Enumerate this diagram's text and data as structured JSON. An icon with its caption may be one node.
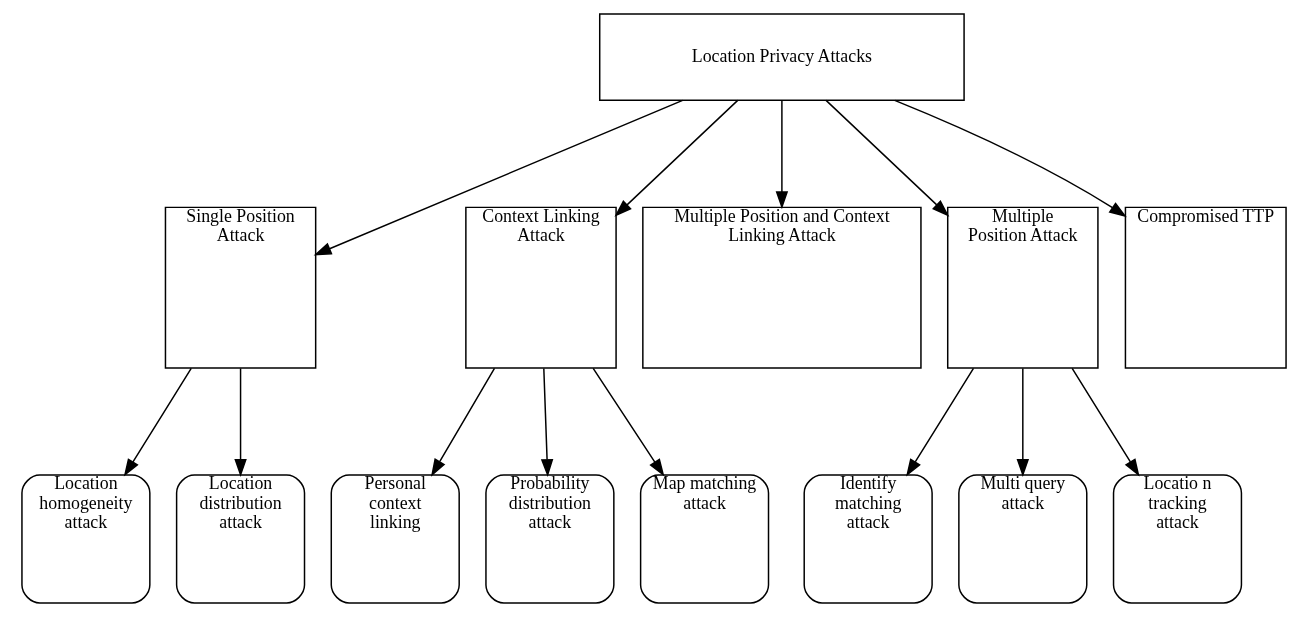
{
  "diagram": {
    "nodes": [
      {
        "text": [
          "Location Privacy Attacks"
        ]
      },
      {
        "text": [
          "Single Position Attack"
        ]
      },
      {
        "text": [
          "Context Linking Attack"
        ]
      },
      {
        "text": [
          "Multiple Position and Context Linking Attack"
        ]
      },
      {
        "text": [
          "Multiple Position Attack"
        ]
      },
      {
        "text": [
          "Compromised TTP"
        ]
      },
      {
        "text": [
          "Location homogeneity attack"
        ]
      },
      {
        "text": [
          "Location distribution attack"
        ]
      },
      {
        "text": [
          "Personal context linking"
        ]
      },
      {
        "text": [
          "Probability distribution attack"
        ]
      },
      {
        "text": [
          "Map matching attack"
        ]
      },
      {
        "text": [
          "Identify matching attack"
        ]
      },
      {
        "text": [
          "Multi query attack"
        ]
      },
      {
        "text": [
          "Locatio n tracking attack"
        ]
      }
    ],
    "edges": [
      {
        "from": 0,
        "to": 1,
        "arrow": "to"
      },
      {
        "from": 0,
        "to": 2,
        "arrow": "to"
      },
      {
        "from": 0,
        "to": 3,
        "arrow": "to"
      },
      {
        "from": 0,
        "to": 4,
        "arrow": "to"
      },
      {
        "from": 0,
        "to": 5,
        "arrow": "to"
      },
      {
        "from": 1,
        "to": 6,
        "arrow": "to"
      },
      {
        "from": 1,
        "to": 7,
        "arrow": "to"
      },
      {
        "from": 2,
        "to": 8,
        "arrow": "to"
      },
      {
        "from": 2,
        "to": 9,
        "arrow": "to"
      },
      {
        "from": 2,
        "to": 10,
        "arrow": "to"
      },
      {
        "from": 4,
        "to": 11,
        "arrow": "to"
      },
      {
        "from": 4,
        "to": 12,
        "arrow": "to"
      },
      {
        "from": 4,
        "to": 13,
        "arrow": "to"
      }
    ]
  }
}
